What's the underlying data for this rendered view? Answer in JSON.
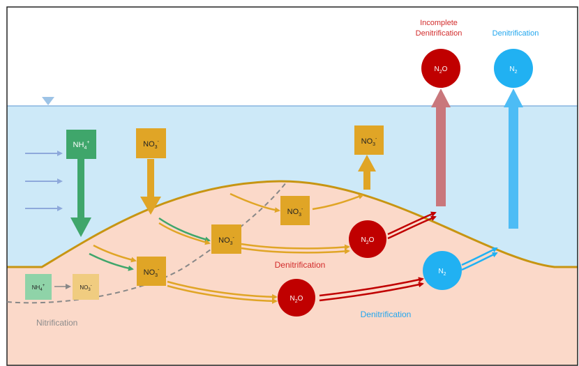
{
  "nodes": {
    "nh4_water": {
      "base": "NH",
      "sub": "4",
      "sup": "+"
    },
    "no3_water": {
      "base": "NO",
      "sub": "3",
      "sup": "-"
    },
    "no3_top": {
      "base": "NO",
      "sub": "3",
      "sup": "-"
    },
    "no3_bed_a": {
      "base": "NO",
      "sub": "3",
      "sup": "-"
    },
    "no3_bed_b": {
      "base": "NO",
      "sub": "3",
      "sup": "-"
    },
    "no3_bed_c": {
      "base": "NO",
      "sub": "3",
      "sup": "-"
    },
    "n2o_bed_a": {
      "base": "N",
      "sub": "2",
      "tail": "O"
    },
    "n2o_bed_b": {
      "base": "N",
      "sub": "2",
      "tail": "O"
    },
    "n2o_air": {
      "base": "N",
      "sub": "2",
      "tail": "O"
    },
    "n2_bed": {
      "base": "N",
      "sub": "2"
    },
    "n2_air": {
      "base": "N",
      "sub": "2"
    },
    "nh4_legend": {
      "base": "NH",
      "sub": "4",
      "sup": "+"
    },
    "no3_legend": {
      "base": "NO",
      "sub": "3",
      "sup": "-"
    }
  },
  "labels": {
    "incomplete_line1": "Incomplete",
    "incomplete_line2": "Denitrification",
    "denit_air": "Denitrification",
    "denit_mid": "Denitrification",
    "denit_low": "Denitrification",
    "nitrification": "Nitrification"
  },
  "colors": {
    "water": "#cde9f8",
    "sediment": "#fbd9c9",
    "bedform_line": "#c79512",
    "ammonium": "#3fa66b",
    "nitrate": "#e0a526",
    "nitrous_oxide": "#c00000",
    "nitrogen_gas": "#21b1f2",
    "incomplete_text": "#d22b2b",
    "denit_text": "#21a6ee",
    "flow_arrow": "#8ea9db",
    "nitrification_text": "#8c8c8c"
  }
}
